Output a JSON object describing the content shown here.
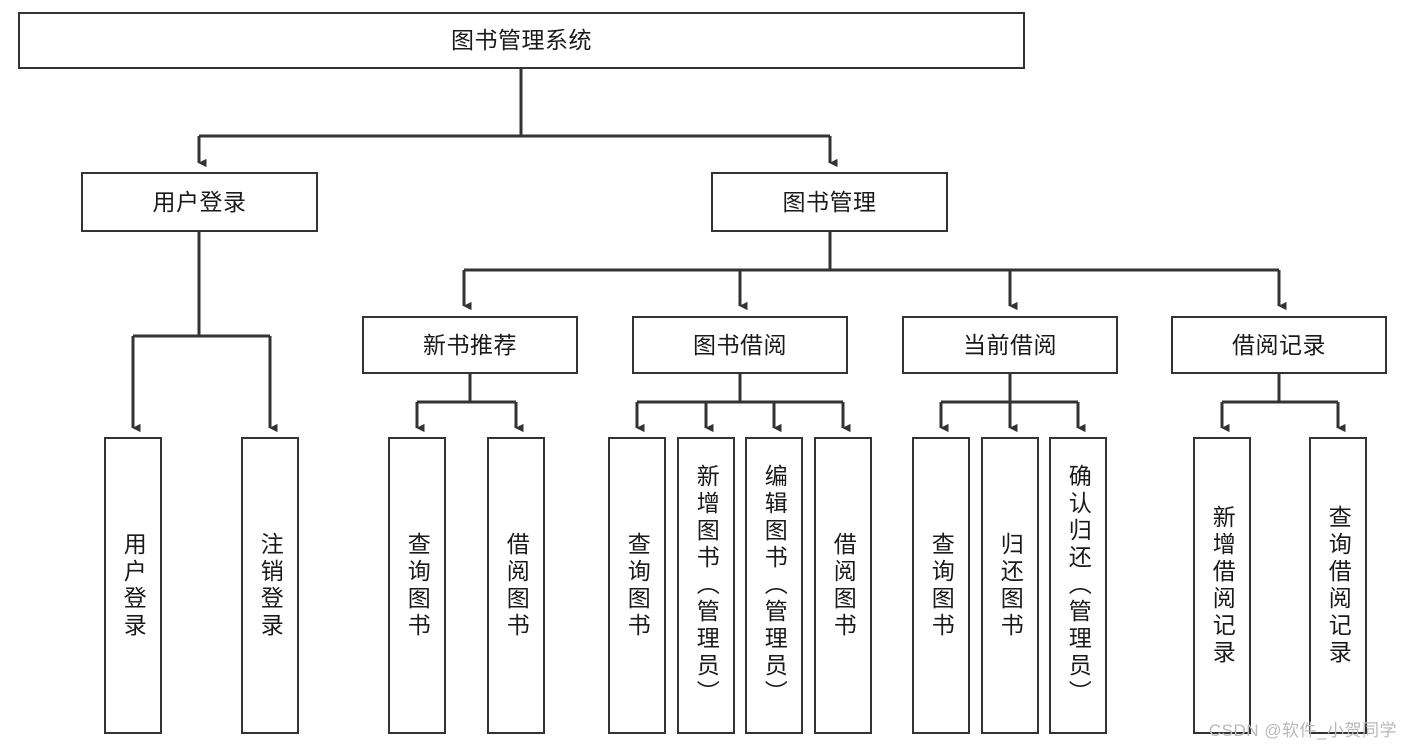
{
  "diagram": {
    "title": "图书管理系统",
    "type": "tree",
    "orientation": "top-down",
    "colors": {
      "box_border": "#333333",
      "box_fill": "#ffffff",
      "connector": "#333333",
      "text": "#1a1a1a",
      "watermark": "#b9b9b9",
      "background": "#ffffff"
    }
  },
  "nodes": {
    "root": {
      "label": "图书管理系统"
    },
    "level2": [
      {
        "label": "用户登录"
      },
      {
        "label": "图书管理"
      }
    ],
    "level3": [
      {
        "label": "新书推荐"
      },
      {
        "label": "图书借阅"
      },
      {
        "label": "当前借阅"
      },
      {
        "label": "借阅记录"
      }
    ],
    "leaves_user_login": [
      {
        "label": "用户登录"
      },
      {
        "label": "注销登录"
      }
    ],
    "leaves_new_book": [
      {
        "label": "查询图书"
      },
      {
        "label": "借阅图书"
      }
    ],
    "leaves_borrow": [
      {
        "label": "查询图书"
      },
      {
        "label": "新增图书（管理员）"
      },
      {
        "label": "编辑图书（管理员）"
      },
      {
        "label": "借阅图书"
      }
    ],
    "leaves_current": [
      {
        "label": "查询图书"
      },
      {
        "label": "归还图书"
      },
      {
        "label": "确认归还（管理员）"
      }
    ],
    "leaves_records": [
      {
        "label": "新增借阅记录"
      },
      {
        "label": "查询借阅记录"
      }
    ]
  },
  "watermark": {
    "text": "CSDN @软件_小贺同学"
  }
}
